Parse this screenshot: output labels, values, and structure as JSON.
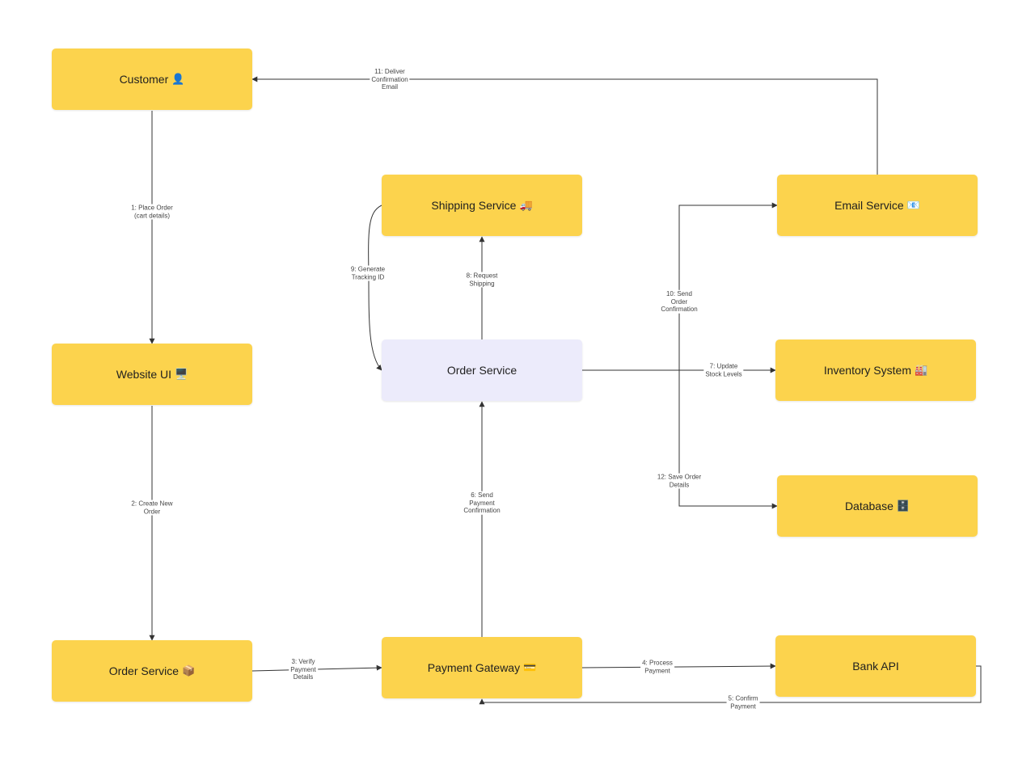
{
  "nodes": {
    "customer": {
      "label": "Customer",
      "icon": "👤"
    },
    "website_ui": {
      "label": "Website UI",
      "icon": "🖥️"
    },
    "order_left": {
      "label": "Order Service",
      "icon": "📦"
    },
    "shipping": {
      "label": "Shipping Service",
      "icon": "🚚"
    },
    "order_mid": {
      "label": "Order Service",
      "icon": ""
    },
    "payment": {
      "label": "Payment Gateway",
      "icon": "💳"
    },
    "email": {
      "label": "Email Service",
      "icon": "📧"
    },
    "inventory": {
      "label": "Inventory System",
      "icon": "🏭"
    },
    "database": {
      "label": "Database",
      "icon": "🗄️"
    },
    "bank": {
      "label": "Bank API",
      "icon": ""
    }
  },
  "edges": {
    "e1": "1: Place Order\n(cart details)",
    "e2": "2: Create New\nOrder",
    "e3": "3: Verify\nPayment\nDetails",
    "e4": "4: Process\nPayment",
    "e5": "5: Confirm\nPayment",
    "e6": "6: Send\nPayment\nConfirmation",
    "e7": "7: Update\nStock Levels",
    "e8": "8: Request\nShipping",
    "e9": "9: Generate\nTracking ID",
    "e10": "10: Send\nOrder\nConfirmation",
    "e11": "11: Deliver\nConfirmation\nEmail",
    "e12": "12: Save Order\nDetails"
  },
  "colors": {
    "node_fill": "#fcd34d",
    "highlight_fill": "#ecebfb",
    "edge": "#333333",
    "background": "#ffffff"
  }
}
